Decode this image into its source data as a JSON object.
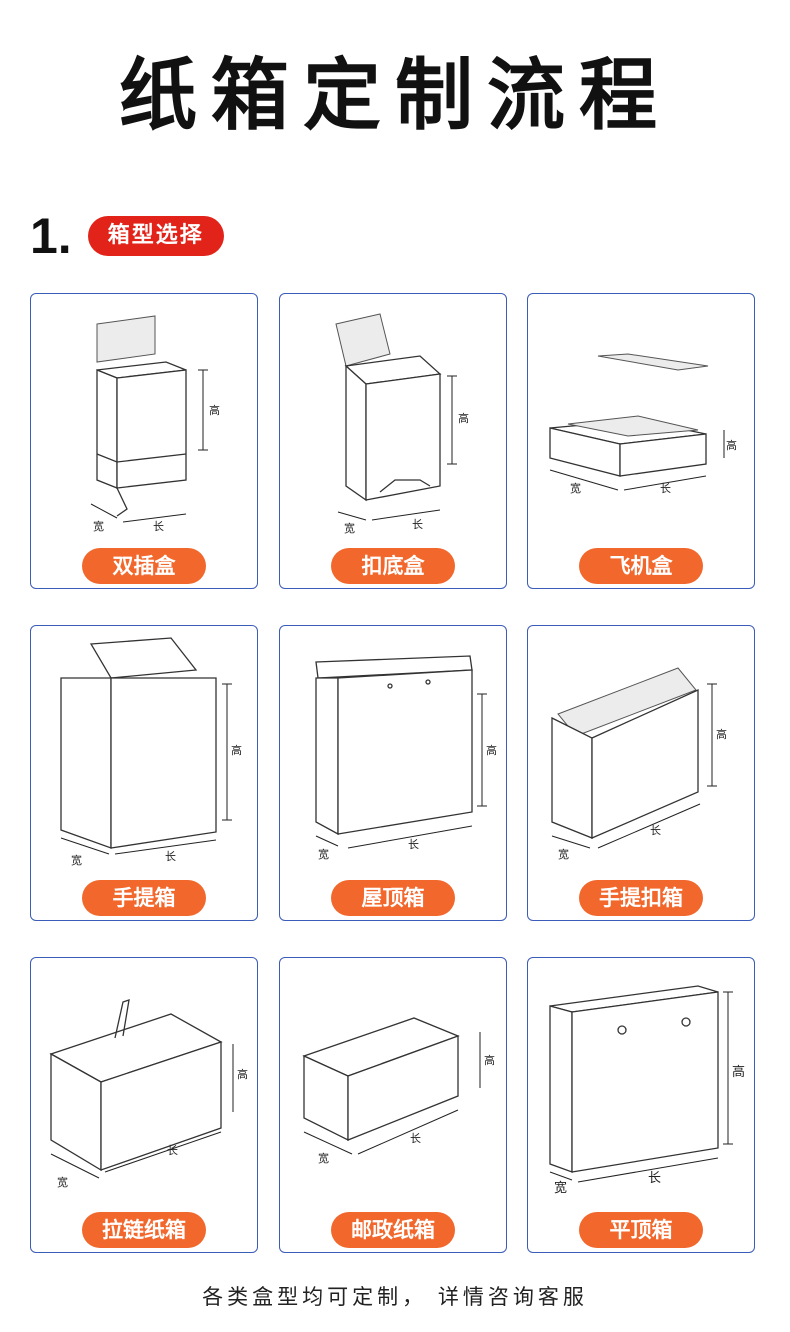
{
  "title": "纸箱定制流程",
  "step": {
    "number": "1.",
    "label": "箱型选择"
  },
  "dimension_labels": {
    "height": "高",
    "width": "宽",
    "length": "长"
  },
  "boxes": [
    {
      "name": "双插盒"
    },
    {
      "name": "扣底盒"
    },
    {
      "name": "飞机盒"
    },
    {
      "name": "手提箱"
    },
    {
      "name": "屋顶箱"
    },
    {
      "name": "手提扣箱"
    },
    {
      "name": "拉链纸箱"
    },
    {
      "name": "邮政纸箱"
    },
    {
      "name": "平顶箱"
    }
  ],
  "footer": "各类盒型均可定制， 详情咨询客服",
  "colors": {
    "title": "#111111",
    "step_pill": "#e2231a",
    "box_pill": "#f2672c",
    "card_border": "#3b5cb8"
  }
}
